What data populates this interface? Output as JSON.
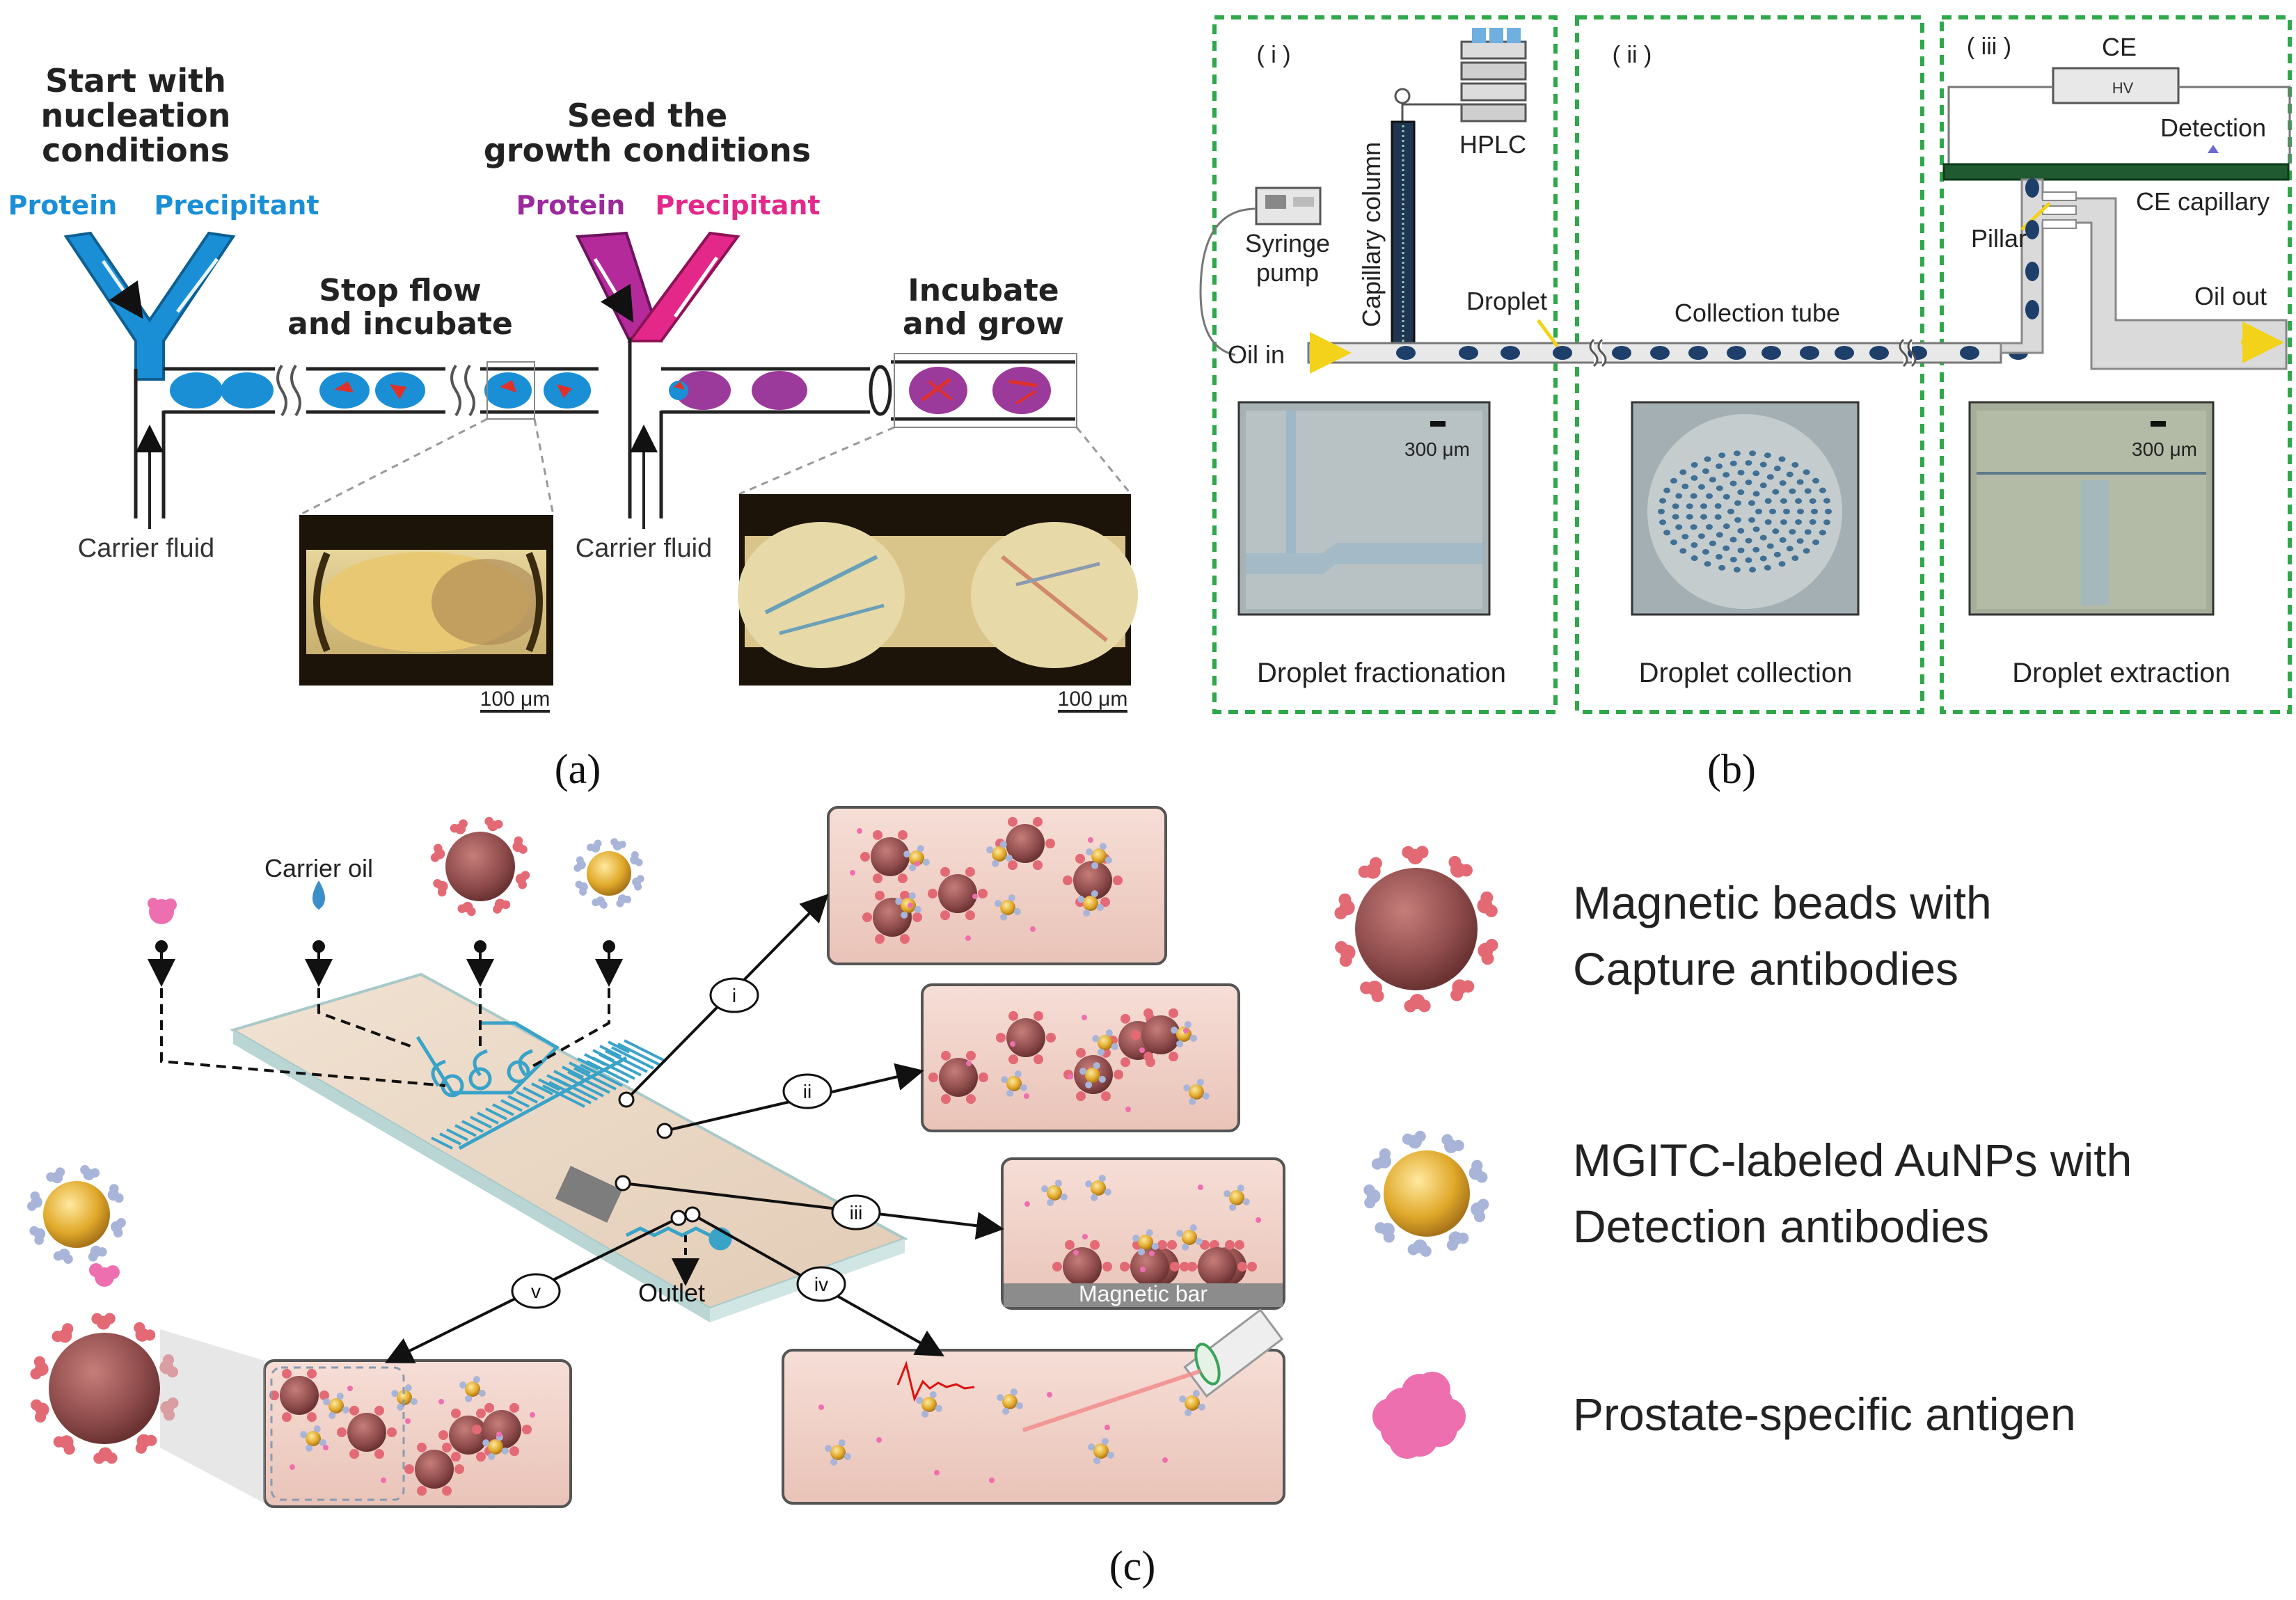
{
  "panel_a": {
    "caption": "(a)",
    "heading1": [
      "Start with",
      "nucleation",
      "conditions"
    ],
    "heading2": [
      "Stop flow",
      "and incubate"
    ],
    "heading3": [
      "Seed the",
      "growth conditions"
    ],
    "heading4": [
      "Incubate",
      "and grow"
    ],
    "protein1": "Protein",
    "precipitant1": "Precipitant",
    "protein2": "Protein",
    "precipitant2": "Precipitant",
    "carrier1": "Carrier fluid",
    "carrier2": "Carrier fluid",
    "scale1": "100 μm",
    "scale2": "100 μm",
    "colors": {
      "blue": "#1a8fd6",
      "magenta": "#b42a9a",
      "purple": "#9c3a9c",
      "red": "#e0302a"
    }
  },
  "panel_b": {
    "caption": "(b)",
    "sec1": "( i )",
    "sec2": "( ii )",
    "sec3": "( iii )",
    "hplc": "HPLC",
    "capillary_column": "Capillary column",
    "syringe_pump": [
      "Syringe",
      "pump"
    ],
    "droplet": "Droplet",
    "oil_in": "Oil in",
    "collection_tube": "Collection tube",
    "ce": "CE",
    "hv": "HV",
    "detection": "Detection",
    "ce_capillary": "CE capillary",
    "pillar": "Pillar",
    "oil_out": "Oil out",
    "scale1": "300 μm",
    "scale3": "300 μm",
    "label1": "Droplet fractionation",
    "label2": "Droplet collection",
    "label3": "Droplet extraction",
    "colors": {
      "frame": "#2ea84a",
      "droplet": "#1e3f6a",
      "ce": "#1f5a30"
    }
  },
  "panel_c": {
    "caption": "(c)",
    "carrier_oil": "Carrier oil",
    "outlet": "Outlet",
    "magnetic_bar": "Magnetic bar",
    "steps": [
      "i",
      "ii",
      "iii",
      "iv",
      "v"
    ],
    "legend1": [
      "Magnetic beads with",
      "Capture antibodies"
    ],
    "legend2": [
      "MGITC-labeled AuNPs with",
      "Detection antibodies"
    ],
    "legend3": [
      "Prostate-specific antigen"
    ],
    "colors": {
      "bead": "#8c4a4a",
      "antibody": "#e36a75",
      "aunp": "#e0a92a",
      "psa": "#ee6fb0",
      "chip": "#ead8c6",
      "channel": "#3aa3c8"
    }
  }
}
